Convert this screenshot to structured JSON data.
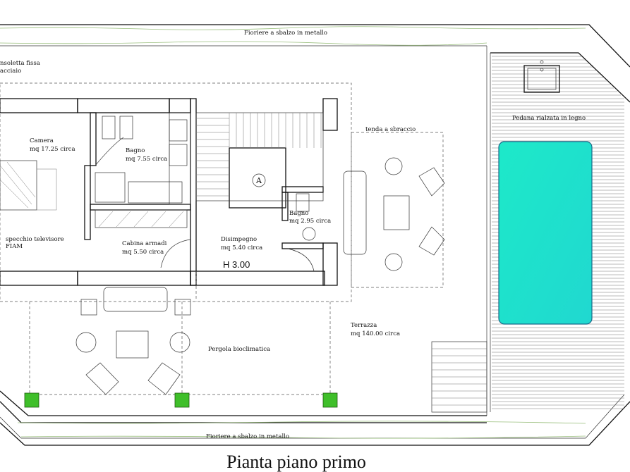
{
  "labels": {
    "fioriere_top": "Fioriere a sbalzo in metallo",
    "fioriere_bottom": "Fioriere a sbalzo in metallo",
    "mensola_1": "nsoletta fissa",
    "mensola_2": "acciaio",
    "camera_1": "Camera",
    "camera_2": "mq 17.25 circa",
    "bagno1_1": "Bagno",
    "bagno1_2": "mq 7.55 circa",
    "specchio_1": "specchio televisore",
    "specchio_2": "FIAM",
    "cabina_1": "Cabina armadi",
    "cabina_2": "mq 5.50 circa",
    "disimpegno_1": "Disimpegno",
    "disimpegno_2": "mq 5.40 circa",
    "height": "H 3.00",
    "bagno2_1": "Bagno",
    "bagno2_2": "mq 2.95 circa",
    "tenda": "tenda a sbraccio",
    "terrazza_1": "Terrazza",
    "terrazza_2": "mq 140.00 circa",
    "pergola": "Pergola bioclimatica",
    "pedana": "Pedana rialzata in legno",
    "stair_mark": "A",
    "caption": "Pianta piano primo"
  },
  "colors": {
    "pool_fill": "#1ee6c8",
    "pool_border": "#1a6a8a",
    "planter_green": "#3fbf2a"
  }
}
